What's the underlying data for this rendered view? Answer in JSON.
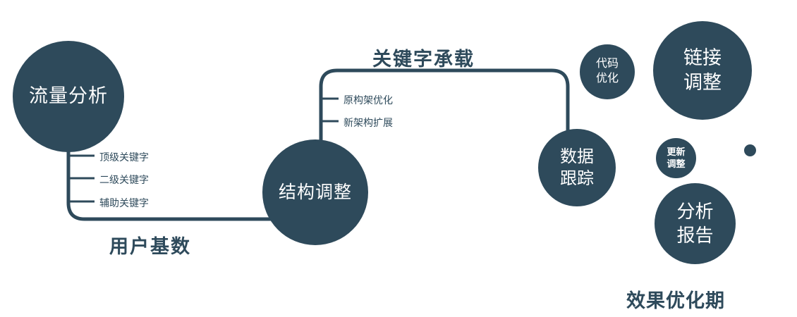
{
  "colors": {
    "primary": "#2e4a5b",
    "background": "#ffffff",
    "node_text": "#ffffff"
  },
  "nodes": {
    "traffic": {
      "label": "流量分析"
    },
    "structure": {
      "label": "结构调整"
    },
    "tracking": {
      "line1": "数据",
      "line2": "跟踪"
    },
    "code": {
      "line1": "代码",
      "line2": "优化"
    },
    "link": {
      "line1": "链接",
      "line2": "调整"
    },
    "update": {
      "line1": "更新",
      "line2": "调整"
    },
    "report": {
      "line1": "分析",
      "line2": "报告"
    }
  },
  "edges": {
    "user_base_label": "用户基数",
    "keyword_carry_label": "关键字承载",
    "traffic_branches": [
      "顶级关键字",
      "二级关键字",
      "辅助关键字"
    ],
    "structure_branches": [
      "原构架优化",
      "新架构扩展"
    ]
  },
  "caption": "效果优化期"
}
